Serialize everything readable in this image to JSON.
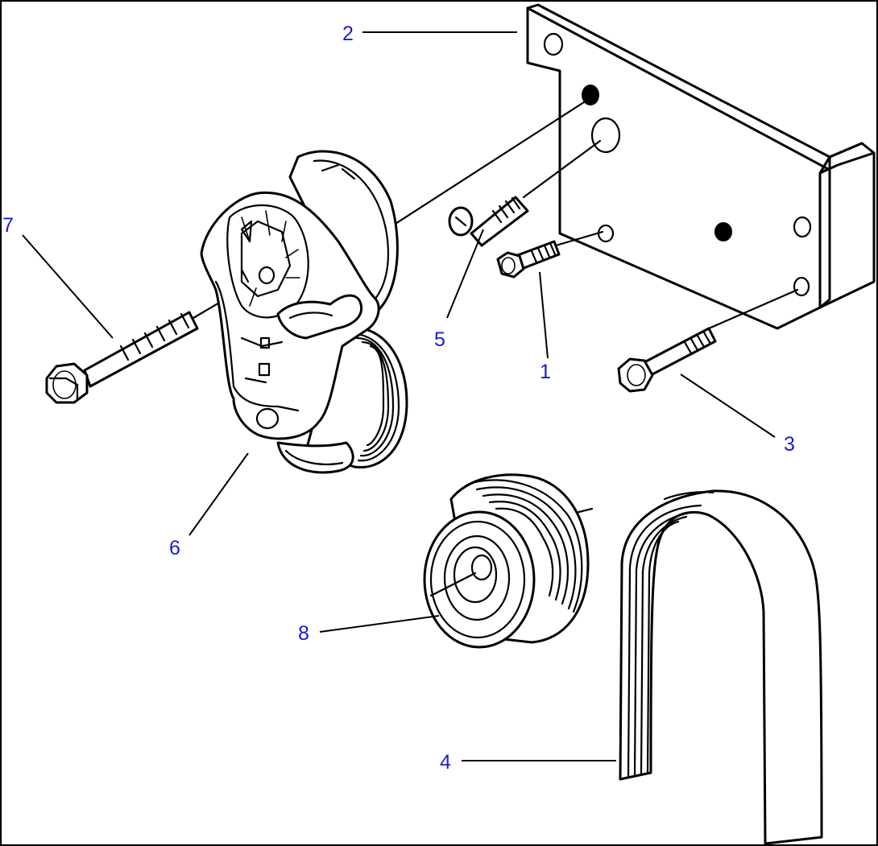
{
  "callouts": [
    {
      "id": "2",
      "text": "2"
    },
    {
      "id": "7",
      "text": "7"
    },
    {
      "id": "5",
      "text": "5"
    },
    {
      "id": "1",
      "text": "1"
    },
    {
      "id": "3",
      "text": "3"
    },
    {
      "id": "6",
      "text": "6"
    },
    {
      "id": "8",
      "text": "8"
    },
    {
      "id": "4",
      "text": "4"
    }
  ],
  "colors": {
    "callout": "#1a1ad8",
    "ink": "#000000",
    "paper": "#ffffff"
  }
}
